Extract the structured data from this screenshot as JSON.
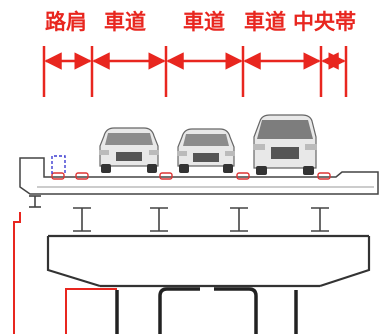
{
  "labels": {
    "shoulder": "路肩",
    "lane_1": "車道",
    "lane_2": "車道",
    "lane_3": "車道",
    "median": "中央帯"
  },
  "colors": {
    "annotation": "#e8261f",
    "outline": "#444444",
    "dashed_marker": "#3b3bd0"
  },
  "icons": [
    "car-icon",
    "car-icon",
    "van-icon"
  ]
}
